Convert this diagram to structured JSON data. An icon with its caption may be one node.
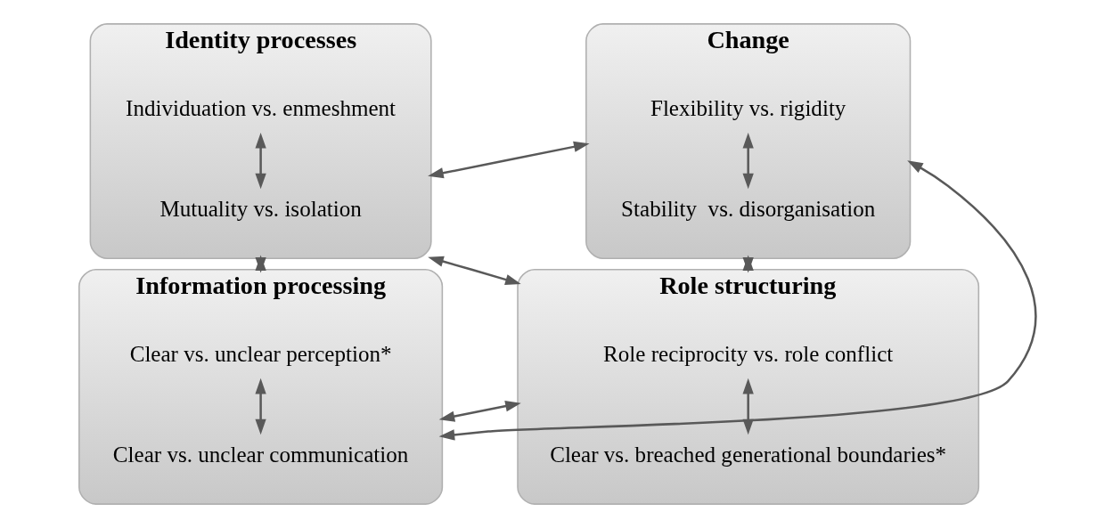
{
  "diagram": {
    "nodes": [
      {
        "text": [
          "Identity processes"
        ]
      },
      {
        "text": [
          "Individuation vs. enmeshment"
        ],
        "in": 0
      },
      {
        "text": [
          "Mutuality vs. isolation"
        ],
        "in": 0
      },
      {
        "text": [
          "Change"
        ]
      },
      {
        "text": [
          "Flexibility vs. rigidity"
        ],
        "in": 3
      },
      {
        "text": [
          "Stability  vs. disorganisation"
        ],
        "in": 3
      },
      {
        "text": [
          "Information processing"
        ]
      },
      {
        "text": [
          "Clear vs. unclear perception*"
        ],
        "in": 6
      },
      {
        "text": [
          "Clear vs. unclear communication"
        ],
        "in": 6
      },
      {
        "text": [
          "Role structuring"
        ]
      },
      {
        "text": [
          "Role reciprocity vs. role conflict"
        ],
        "in": 9
      },
      {
        "text": [
          "Clear vs. breached generational boundaries*"
        ],
        "in": 9
      }
    ],
    "edges": [
      {
        "from": 1,
        "to": 2,
        "arrow": "both"
      },
      {
        "from": 0,
        "to": 3,
        "arrow": "both"
      },
      {
        "from": 4,
        "to": 5,
        "arrow": "both"
      },
      {
        "from": 0,
        "to": 9,
        "arrow": "both"
      },
      {
        "from": 6,
        "to": 3,
        "arrow": "both"
      },
      {
        "from": 0,
        "to": 6,
        "arrow": "both"
      },
      {
        "from": 3,
        "to": 9,
        "arrow": "both"
      },
      {
        "from": 7,
        "to": 8,
        "arrow": "both"
      },
      {
        "from": 6,
        "to": 9,
        "arrow": "both"
      },
      {
        "from": 10,
        "to": 11,
        "arrow": "both"
      }
    ]
  }
}
